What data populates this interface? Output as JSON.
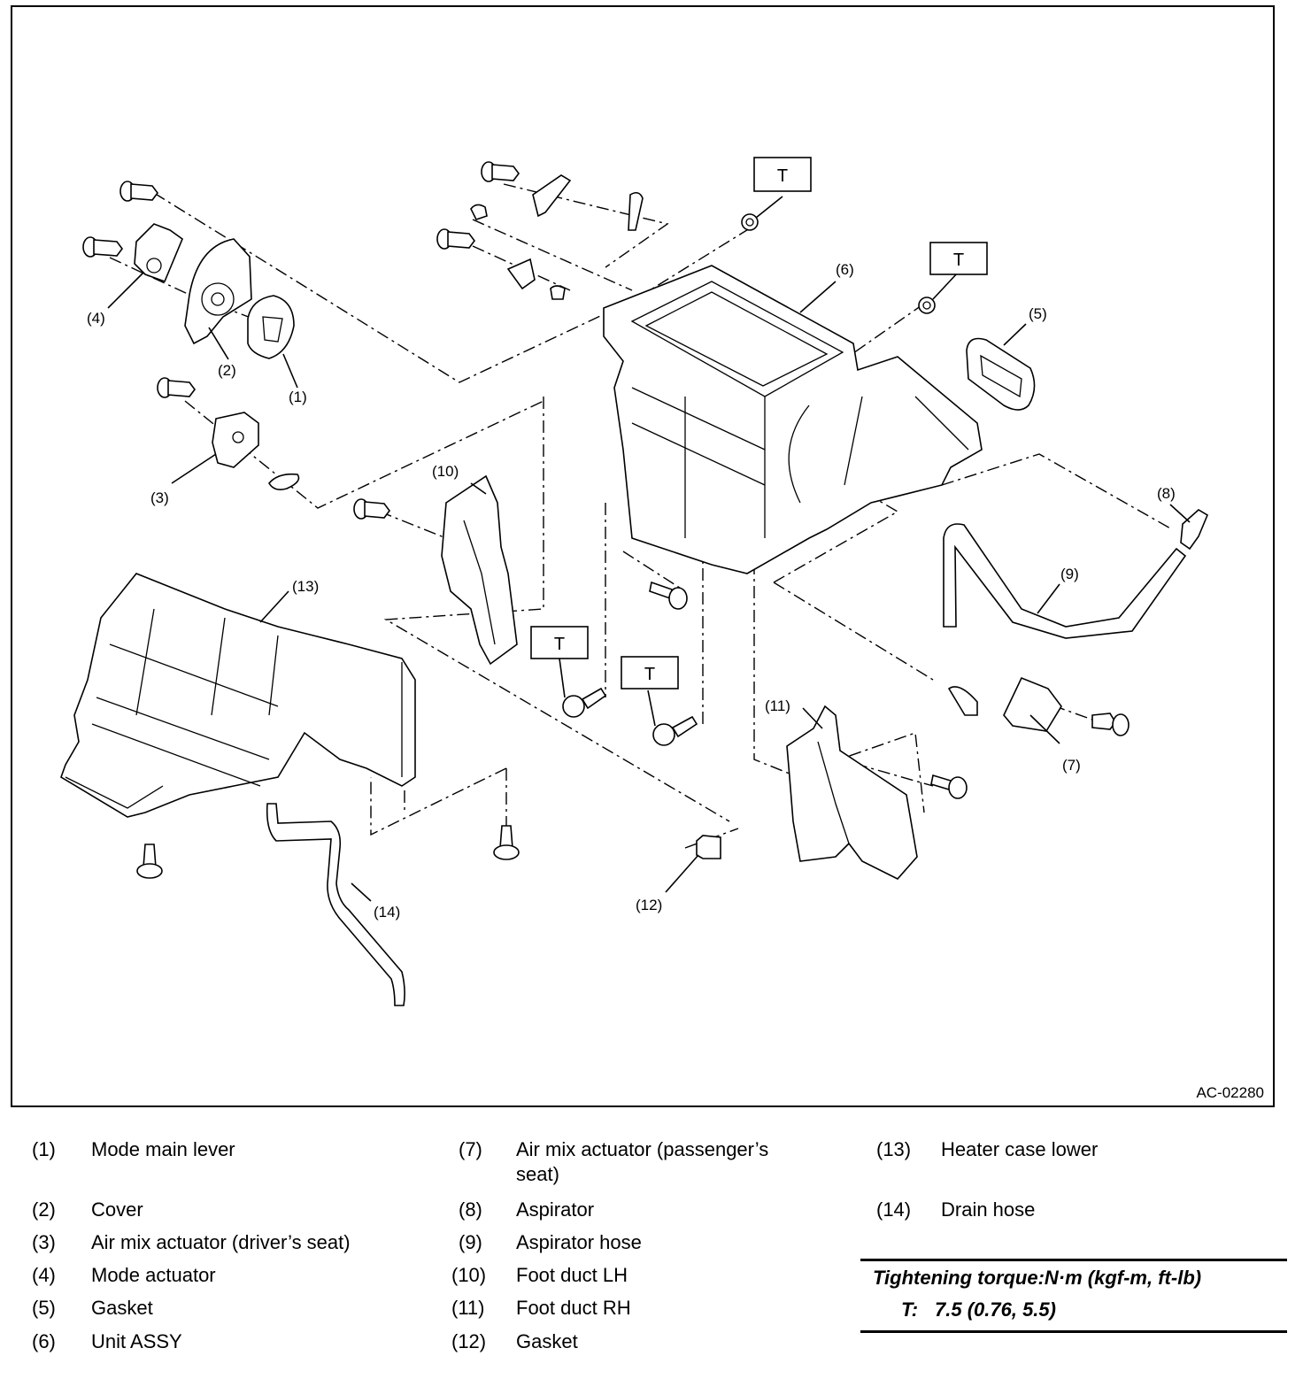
{
  "figure": {
    "figure_id": "AC-02280",
    "callouts": {
      "c1": "(1)",
      "c2": "(2)",
      "c3": "(3)",
      "c4": "(4)",
      "c5": "(5)",
      "c6": "(6)",
      "c7": "(7)",
      "c8": "(8)",
      "c9": "(9)",
      "c10": "(10)",
      "c11": "(11)",
      "c12": "(12)",
      "c13": "(13)",
      "c14": "(14)"
    },
    "torque_tag": "T"
  },
  "legend": {
    "items": [
      {
        "num": "(1)",
        "label": "Mode main lever"
      },
      {
        "num": "(2)",
        "label": "Cover"
      },
      {
        "num": "(3)",
        "label": "Air mix actuator (driver’s seat)"
      },
      {
        "num": "(4)",
        "label": "Mode actuator"
      },
      {
        "num": "(5)",
        "label": "Gasket"
      },
      {
        "num": "(6)",
        "label": "Unit ASSY"
      },
      {
        "num": "(7)",
        "label": "Air mix actuator (passenger’s seat)"
      },
      {
        "num": "(8)",
        "label": "Aspirator"
      },
      {
        "num": "(9)",
        "label": "Aspirator hose"
      },
      {
        "num": "(10)",
        "label": "Foot duct LH"
      },
      {
        "num": "(11)",
        "label": "Foot duct RH"
      },
      {
        "num": "(12)",
        "label": "Gasket"
      },
      {
        "num": "(13)",
        "label": "Heater case lower"
      },
      {
        "num": "(14)",
        "label": "Drain hose"
      }
    ]
  },
  "torque": {
    "heading": "Tightening torque:N·m (kgf-m, ft-lb)",
    "symbol": "T:",
    "value": "7.5 (0.76, 5.5)"
  }
}
